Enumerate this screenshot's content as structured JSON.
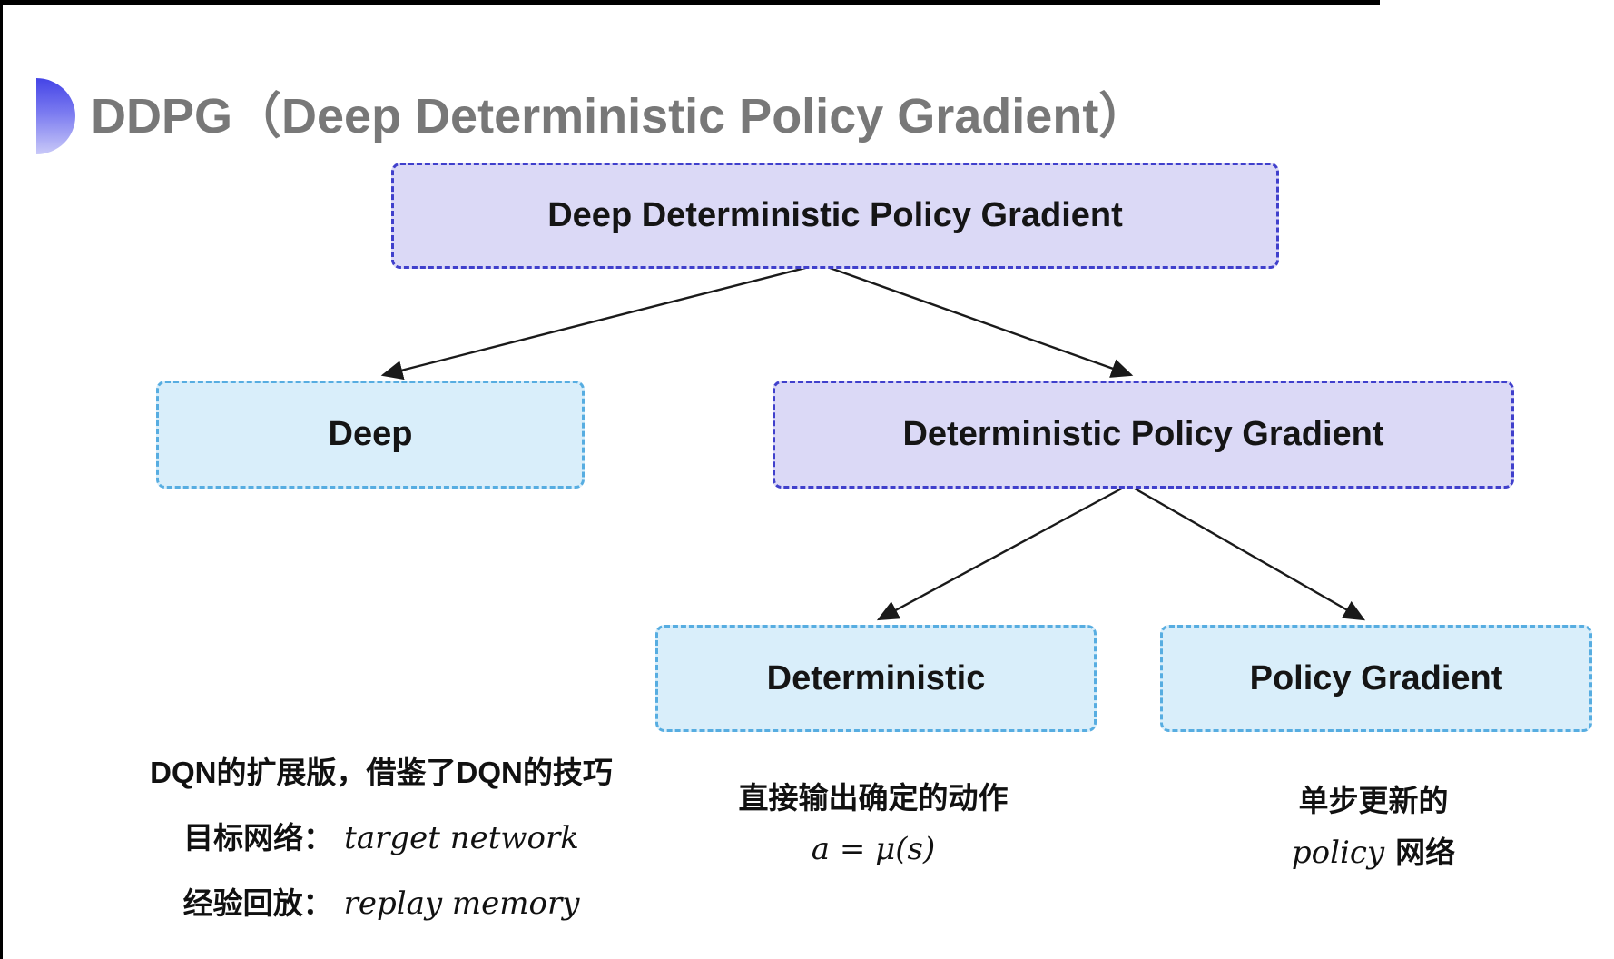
{
  "header": {
    "title": "DDPG（Deep Deterministic Policy Gradient）"
  },
  "boxes": {
    "root": "Deep Deterministic Policy Gradient",
    "deep": "Deep",
    "dpg": "Deterministic Policy Gradient",
    "deterministic": "Deterministic",
    "policy_gradient": "Policy Gradient"
  },
  "notes": {
    "deep": {
      "line1": "DQN的扩展版，借鉴了DQN的技巧",
      "target_zh": "目标网络：",
      "target_en": "target network",
      "replay_zh": "经验回放：",
      "replay_en": "replay memory"
    },
    "deterministic": {
      "line1": "直接输出确定的动作",
      "formula": "a = μ(s)"
    },
    "policy_gradient": {
      "line1": "单步更新的",
      "en": "policy",
      "zh": "网络"
    }
  },
  "colors": {
    "purple_fill": "#dbd9f6",
    "purple_border": "#4040cc",
    "cyan_fill": "#d9eefa",
    "cyan_border": "#57ade1",
    "title_gray": "#787878",
    "arrow": "#1a1a1a",
    "bullet_gradient_top": "#4444e6",
    "bullet_gradient_bottom": "#c9c9f8"
  }
}
